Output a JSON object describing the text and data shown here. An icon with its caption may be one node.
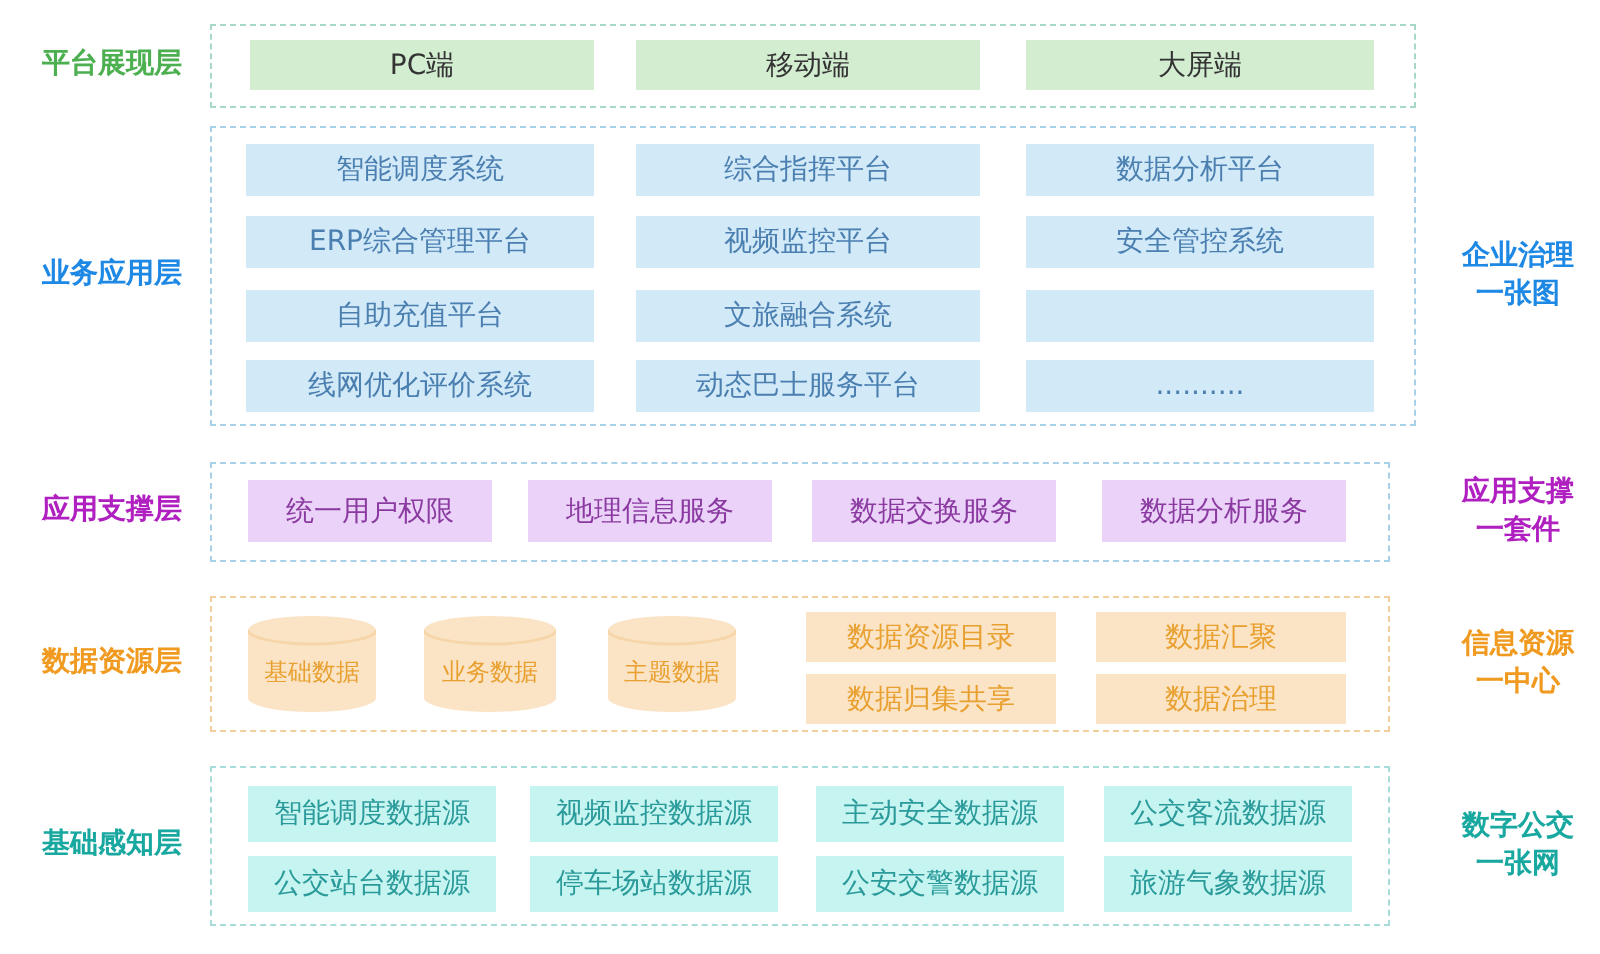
{
  "diagram": {
    "nodes": [
      {
        "text": [
          "平台展现层"
        ]
      },
      {
        "text": [
          "PC端"
        ],
        "in": 0
      },
      {
        "text": [
          "移动端"
        ],
        "in": 0
      },
      {
        "text": [
          "大屏端"
        ],
        "in": 0
      },
      {
        "text": [
          "业务应用层"
        ],
        "beside": [
          "企业治理一张图"
        ]
      },
      {
        "text": [
          "智能调度系统"
        ],
        "in": 4
      },
      {
        "text": [
          "综合指挥平台"
        ],
        "in": 4
      },
      {
        "text": [
          "数据分析平台"
        ],
        "in": 4
      },
      {
        "text": [
          "ERP综合管理平台"
        ],
        "in": 4
      },
      {
        "text": [
          "视频监控平台"
        ],
        "in": 4
      },
      {
        "text": [
          "安全管控系统"
        ],
        "in": 4
      },
      {
        "text": [
          "自助充值平台"
        ],
        "in": 4
      },
      {
        "text": [
          "文旅融合系统"
        ],
        "in": 4
      },
      {
        "text": [],
        "shape": "box",
        "in": 4
      },
      {
        "text": [
          "线网优化评价系统"
        ],
        "in": 4
      },
      {
        "text": [
          "动态巴士服务平台"
        ],
        "in": 4
      },
      {
        "text": [
          ".........."
        ],
        "in": 4
      },
      {
        "text": [
          "应用支撑层"
        ],
        "beside": [
          "应用支撑一套件"
        ]
      },
      {
        "text": [
          "统一用户权限"
        ],
        "in": 17
      },
      {
        "text": [
          "地理信息服务"
        ],
        "in": 17
      },
      {
        "text": [
          "数据交换服务"
        ],
        "in": 17
      },
      {
        "text": [
          "数据分析服务"
        ],
        "in": 17
      },
      {
        "text": [
          "数据资源层"
        ],
        "beside": [
          "信息资源一中心"
        ]
      },
      {
        "text": [
          "基础数据"
        ],
        "in": 22
      },
      {
        "text": [
          "业务数据"
        ],
        "in": 22
      },
      {
        "text": [
          "主题数据"
        ],
        "in": 22
      },
      {
        "text": [
          "数据资源目录"
        ],
        "in": 22
      },
      {
        "text": [
          "数据汇聚"
        ],
        "in": 22
      },
      {
        "text": [
          "数据归集共享"
        ],
        "in": 22
      },
      {
        "text": [
          "数据治理"
        ],
        "in": 22
      },
      {
        "text": [
          "基础感知层"
        ],
        "beside": [
          "数字公交一张网"
        ]
      },
      {
        "text": [
          "智能调度数据源"
        ],
        "in": 30
      },
      {
        "text": [
          "视频监控数据源"
        ],
        "in": 30
      },
      {
        "text": [
          "主动安全数据源"
        ],
        "in": 30
      },
      {
        "text": [
          "公交客流数据源"
        ],
        "in": 30
      },
      {
        "text": [
          "公交站台数据源"
        ],
        "in": 30
      },
      {
        "text": [
          "停车场站数据源"
        ],
        "in": 30
      },
      {
        "text": [
          "公安交警数据源"
        ],
        "in": 30
      },
      {
        "text": [
          "旅游气象数据源"
        ],
        "in": 30
      }
    ]
  }
}
